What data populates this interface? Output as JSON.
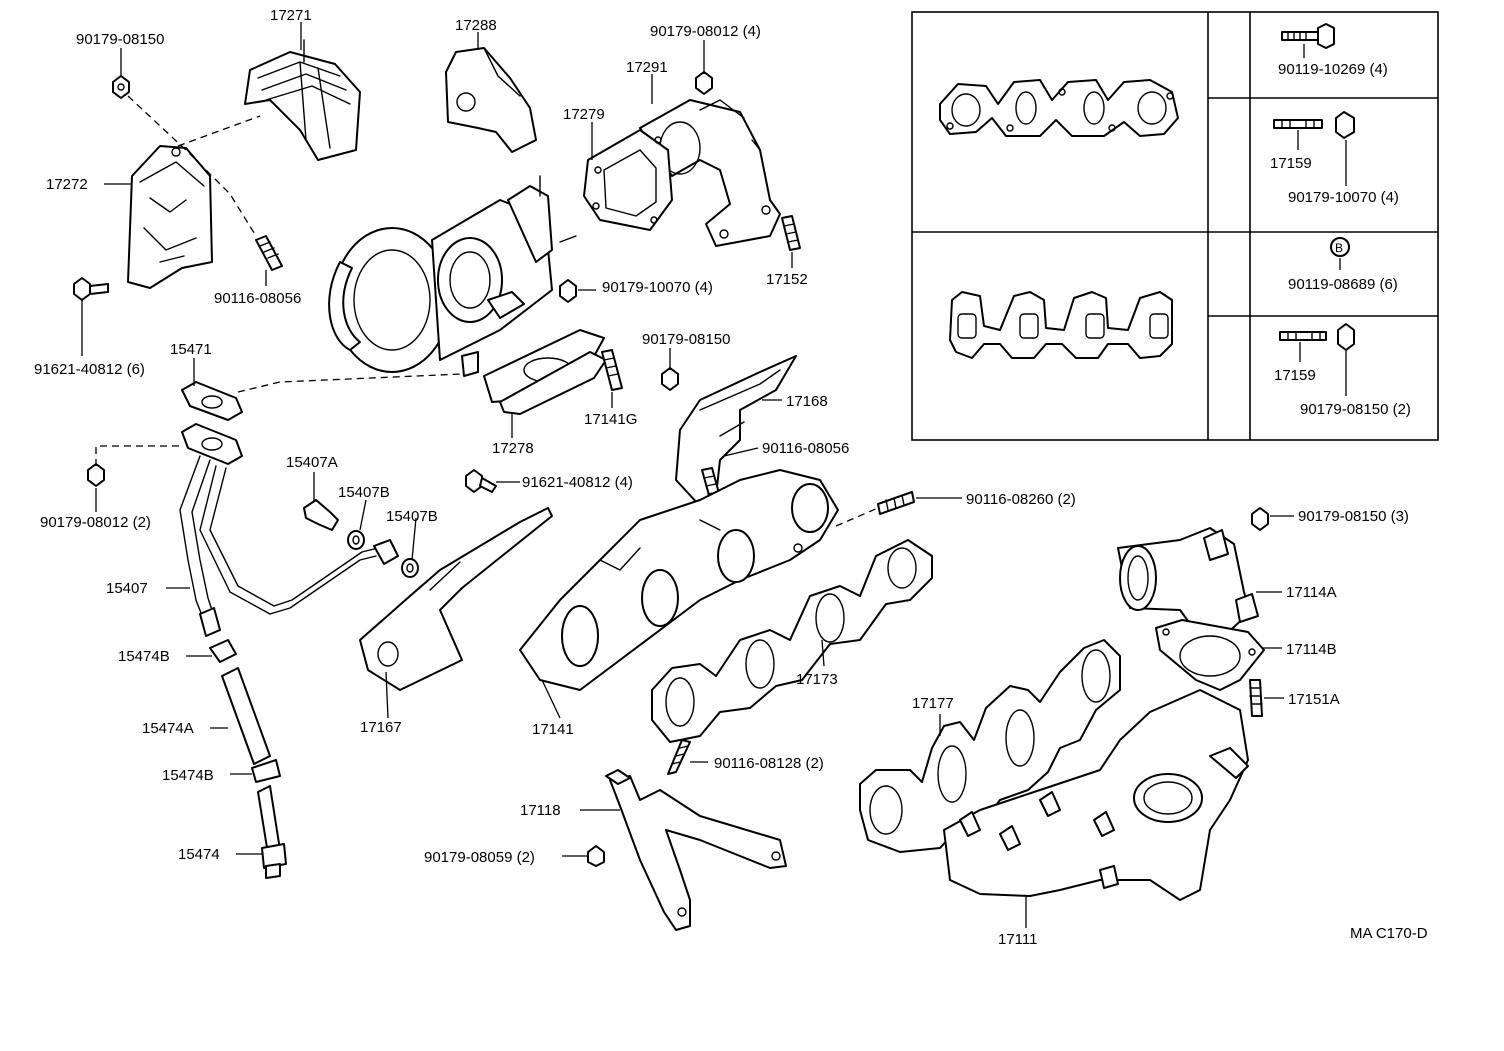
{
  "diagram": {
    "reference_code": "MA C170-D",
    "callouts": {
      "p17271": "17271",
      "p17288": "17288",
      "p90179_08012_4": "90179-08012 (4)",
      "p17291": "17291",
      "p17279": "17279",
      "p90179_08150_a": "90179-08150",
      "p17272": "17272",
      "p90116_08056_a": "90116-08056",
      "p91621_40812_6": "91621-40812 (6)",
      "p90179_10070_4": "90179-10070 (4)",
      "p17152": "17152",
      "p15471": "15471",
      "p90179_08150_b": "90179-08150",
      "p17278": "17278",
      "p17141G": "17141G",
      "p17168": "17168",
      "p90116_08056_b": "90116-08056",
      "p15407A": "15407A",
      "p15407B_a": "15407B",
      "p15407B_b": "15407B",
      "p91621_40812_4": "91621-40812 (4)",
      "p90179_08012_2": "90179-08012 (2)",
      "p90116_08260_2": "90116-08260 (2)",
      "p90179_08150_3": "90179-08150 (3)",
      "p15407": "15407",
      "p17114A": "17114A",
      "p15474B_a": "15474B",
      "p17114B": "17114B",
      "p17173": "17173",
      "p17151A": "17151A",
      "p17177": "17177",
      "p15474A": "15474A",
      "p17167": "17167",
      "p17141": "17141",
      "p15474B_b": "15474B",
      "p90116_08128_2": "90116-08128 (2)",
      "p17118": "17118",
      "p15474": "15474",
      "p90179_08059_2": "90179-08059 (2)",
      "p17111": "17111"
    },
    "table": {
      "c90119_10269_4": "90119-10269 (4)",
      "c17159_a": "17159",
      "c90179_10070_4": "90179-10070 (4)",
      "c_b_mark": "B",
      "c90119_08689_6": "90119-08689 (6)",
      "c17159_b": "17159",
      "c90179_08150_2": "90179-08150 (2)"
    }
  }
}
